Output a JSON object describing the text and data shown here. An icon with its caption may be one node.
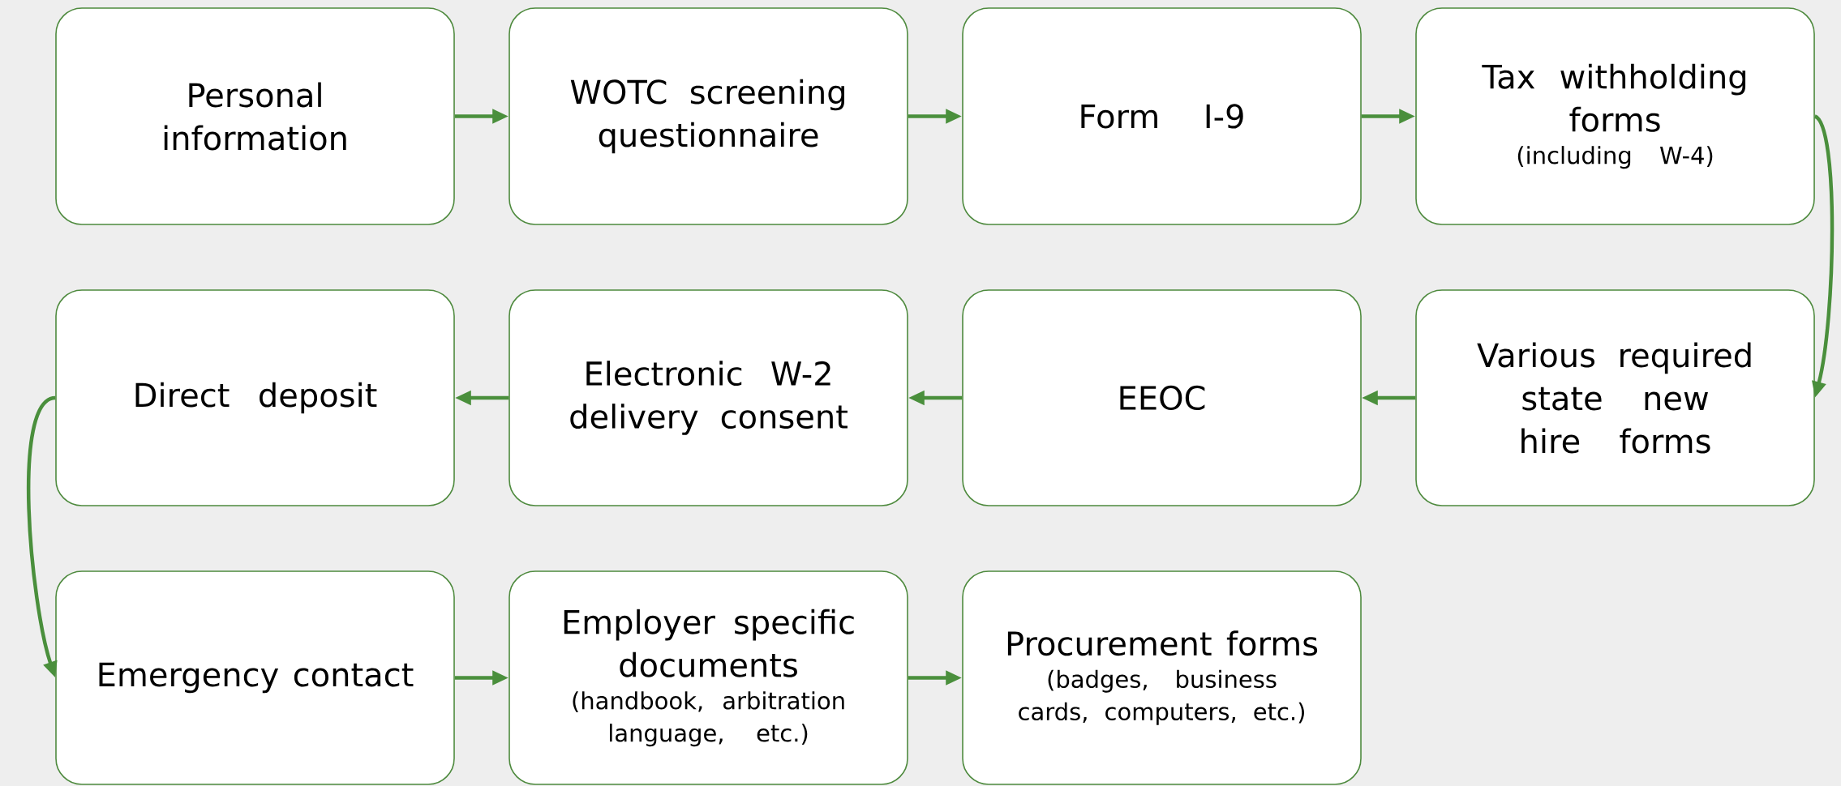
{
  "diagram": {
    "nodes": [
      {
        "text": [
          "Personal information"
        ]
      },
      {
        "text": [
          "WOTC screening questionnaire"
        ]
      },
      {
        "text": [
          "Form I-9"
        ]
      },
      {
        "text": [
          "Tax withholding forms",
          "(including W-4)"
        ]
      },
      {
        "text": [
          "Direct deposit"
        ]
      },
      {
        "text": [
          "Electronic W-2 delivery consent"
        ]
      },
      {
        "text": [
          "EEOC"
        ]
      },
      {
        "text": [
          "Various required state new hire forms"
        ]
      },
      {
        "text": [
          "Emergency contact"
        ]
      },
      {
        "text": [
          "Employer specific documents",
          "(handbook, arbitration language, etc.)"
        ]
      },
      {
        "text": [
          "Procurement forms",
          "(badges, business cards, computers, etc.)"
        ]
      }
    ],
    "edges": [
      {
        "from": 0,
        "to": 1,
        "arrow": "to"
      },
      {
        "from": 1,
        "to": 2,
        "arrow": "to"
      },
      {
        "from": 2,
        "to": 3,
        "arrow": "to"
      },
      {
        "from": 3,
        "to": 7,
        "arrow": "to"
      },
      {
        "from": 7,
        "to": 6,
        "arrow": "to"
      },
      {
        "from": 6,
        "to": 5,
        "arrow": "to"
      },
      {
        "from": 5,
        "to": 4,
        "arrow": "to"
      },
      {
        "from": 4,
        "to": 8,
        "arrow": "to"
      },
      {
        "from": 8,
        "to": 9,
        "arrow": "to"
      },
      {
        "from": 9,
        "to": 10,
        "arrow": "to"
      }
    ]
  }
}
